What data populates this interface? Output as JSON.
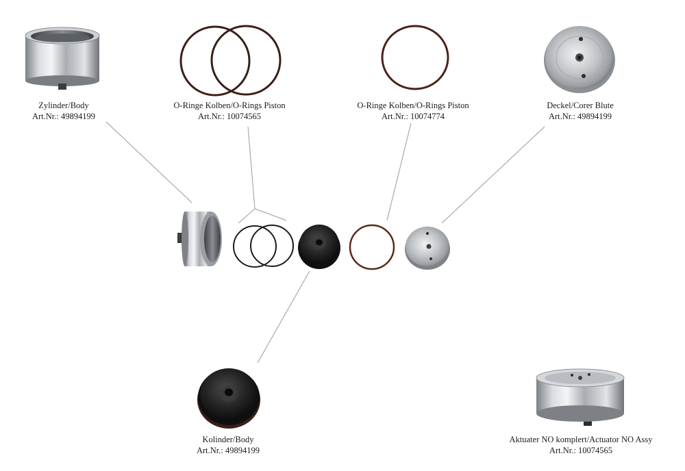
{
  "parts": [
    {
      "id": "zylinder",
      "name": "Zylinder/Body",
      "article": "Art.Nr.: 49894199",
      "icon": "cylinder-body-icon"
    },
    {
      "id": "oring-kolben",
      "name": "O-Ringe Kolben/O-Rings Piston",
      "article": "Art.Nr.: 10074565",
      "icon": "double-o-ring-icon"
    },
    {
      "id": "oring-piston",
      "name": "O-Ringe Kolben/O-Rings Piston",
      "article": "Art.Nr.: 10074774",
      "icon": "o-ring-icon"
    },
    {
      "id": "deckel",
      "name": "Deckel/Corer Blute",
      "article": "Art.Nr.: 49894199",
      "icon": "cover-plate-icon"
    },
    {
      "id": "kolben",
      "name": "Kolinder/Body",
      "article": "Art.Nr.: 49894199",
      "icon": "piston-icon"
    },
    {
      "id": "aktuator",
      "name": "Aktuater NO komplert/Actuator NO Assy",
      "article": "Art.Nr.: 10074565",
      "icon": "actuator-assembly-icon"
    }
  ],
  "colors": {
    "background": "#ffffff",
    "leader_line": "#9a9a9a",
    "o_ring": "#3a1f18",
    "metal": "#c8cbce",
    "piston_black": "#1e1e1e"
  }
}
